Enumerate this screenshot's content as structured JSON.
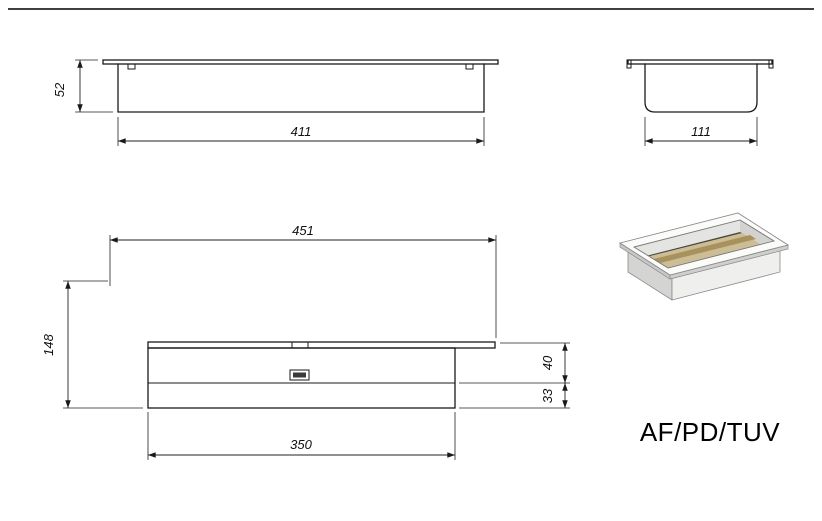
{
  "sheet": {
    "model_label": "AF/PD/TUV",
    "background": "#ffffff",
    "border_color": "#000000"
  },
  "views": {
    "side": {
      "dims": {
        "height": "52",
        "inner_length": "411"
      }
    },
    "end": {
      "dims": {
        "inner_width": "111"
      }
    },
    "front": {
      "dims": {
        "overall_width": "451",
        "overall_height": "148",
        "upper_section_height": "40",
        "lower_section_height": "33",
        "body_width": "350"
      }
    },
    "isometric": {
      "ceramic_color": "#cdbd94",
      "ceramic_stripe_color": "#a8915c",
      "metal_color": "#fbfbfa",
      "shadow_color": "#4a463f"
    }
  }
}
